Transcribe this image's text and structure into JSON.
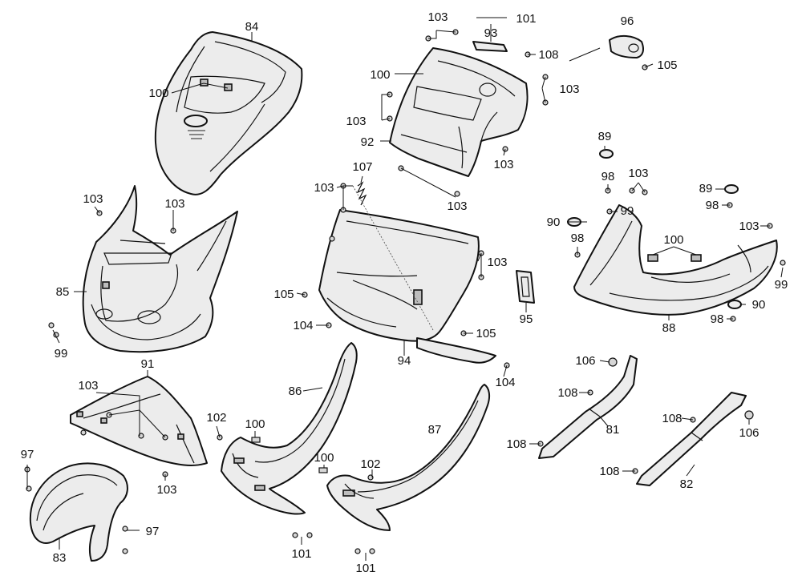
{
  "labels": {
    "84": "84",
    "100": "100",
    "85": "85",
    "103": "103",
    "99": "99",
    "91": "91",
    "97": "97",
    "83": "83",
    "102": "102",
    "86": "86",
    "101": "101",
    "92": "92",
    "93": "93",
    "108": "108",
    "96": "96",
    "105": "105",
    "107": "107",
    "104": "104",
    "94": "94",
    "95": "95",
    "87": "87",
    "89": "89",
    "98": "98",
    "90": "90",
    "88": "88",
    "106": "106",
    "81": "81",
    "82": "82"
  }
}
